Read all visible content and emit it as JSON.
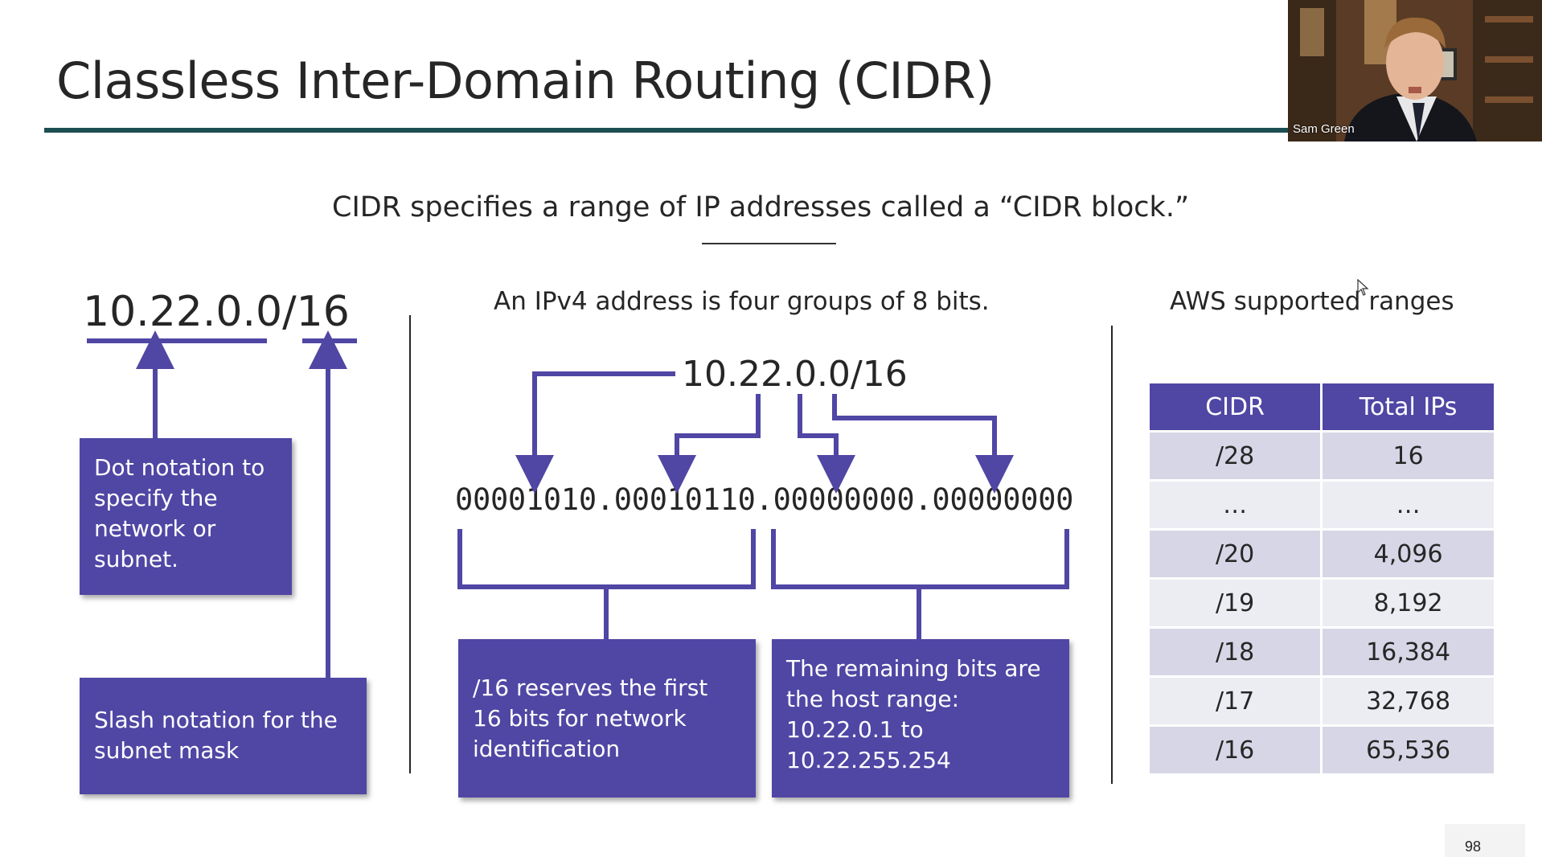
{
  "slide": {
    "title": "Classless Inter-Domain Routing (CIDR)",
    "subtitle": "CIDR specifies a range of IP addresses called a “CIDR block.”",
    "page_number": "98"
  },
  "webcam": {
    "participant_name": "Sam Green"
  },
  "left_panel": {
    "address": "10.22.0.0/16",
    "dot_callout": "Dot notation to specify the network or subnet.",
    "slash_callout": "Slash notation for the subnet mask"
  },
  "middle_panel": {
    "heading": "An IPv4 address is four groups of 8 bits.",
    "address": "10.22.0.0/16",
    "binary": "00001010.00010110.00000000.00000000",
    "network_callout": "/16 reserves the first 16 bits for network identification",
    "host_callout": "The remaining bits are the host range: 10.22.0.1 to 10.22.255.254"
  },
  "right_panel": {
    "heading": "AWS supported ranges",
    "table": {
      "headers": [
        "CIDR",
        "Total IPs"
      ],
      "rows": [
        [
          "/28",
          "16"
        ],
        [
          "…",
          "…"
        ],
        [
          "/20",
          "4,096"
        ],
        [
          "/19",
          "8,192"
        ],
        [
          "/18",
          "16,384"
        ],
        [
          "/17",
          "32,768"
        ],
        [
          "/16",
          "65,536"
        ]
      ]
    }
  },
  "colors": {
    "accent_purple": "#5046a4",
    "title_rule": "#1d4e53",
    "table_row_dark": "#d6d6e6",
    "table_row_light": "#ececf3"
  }
}
